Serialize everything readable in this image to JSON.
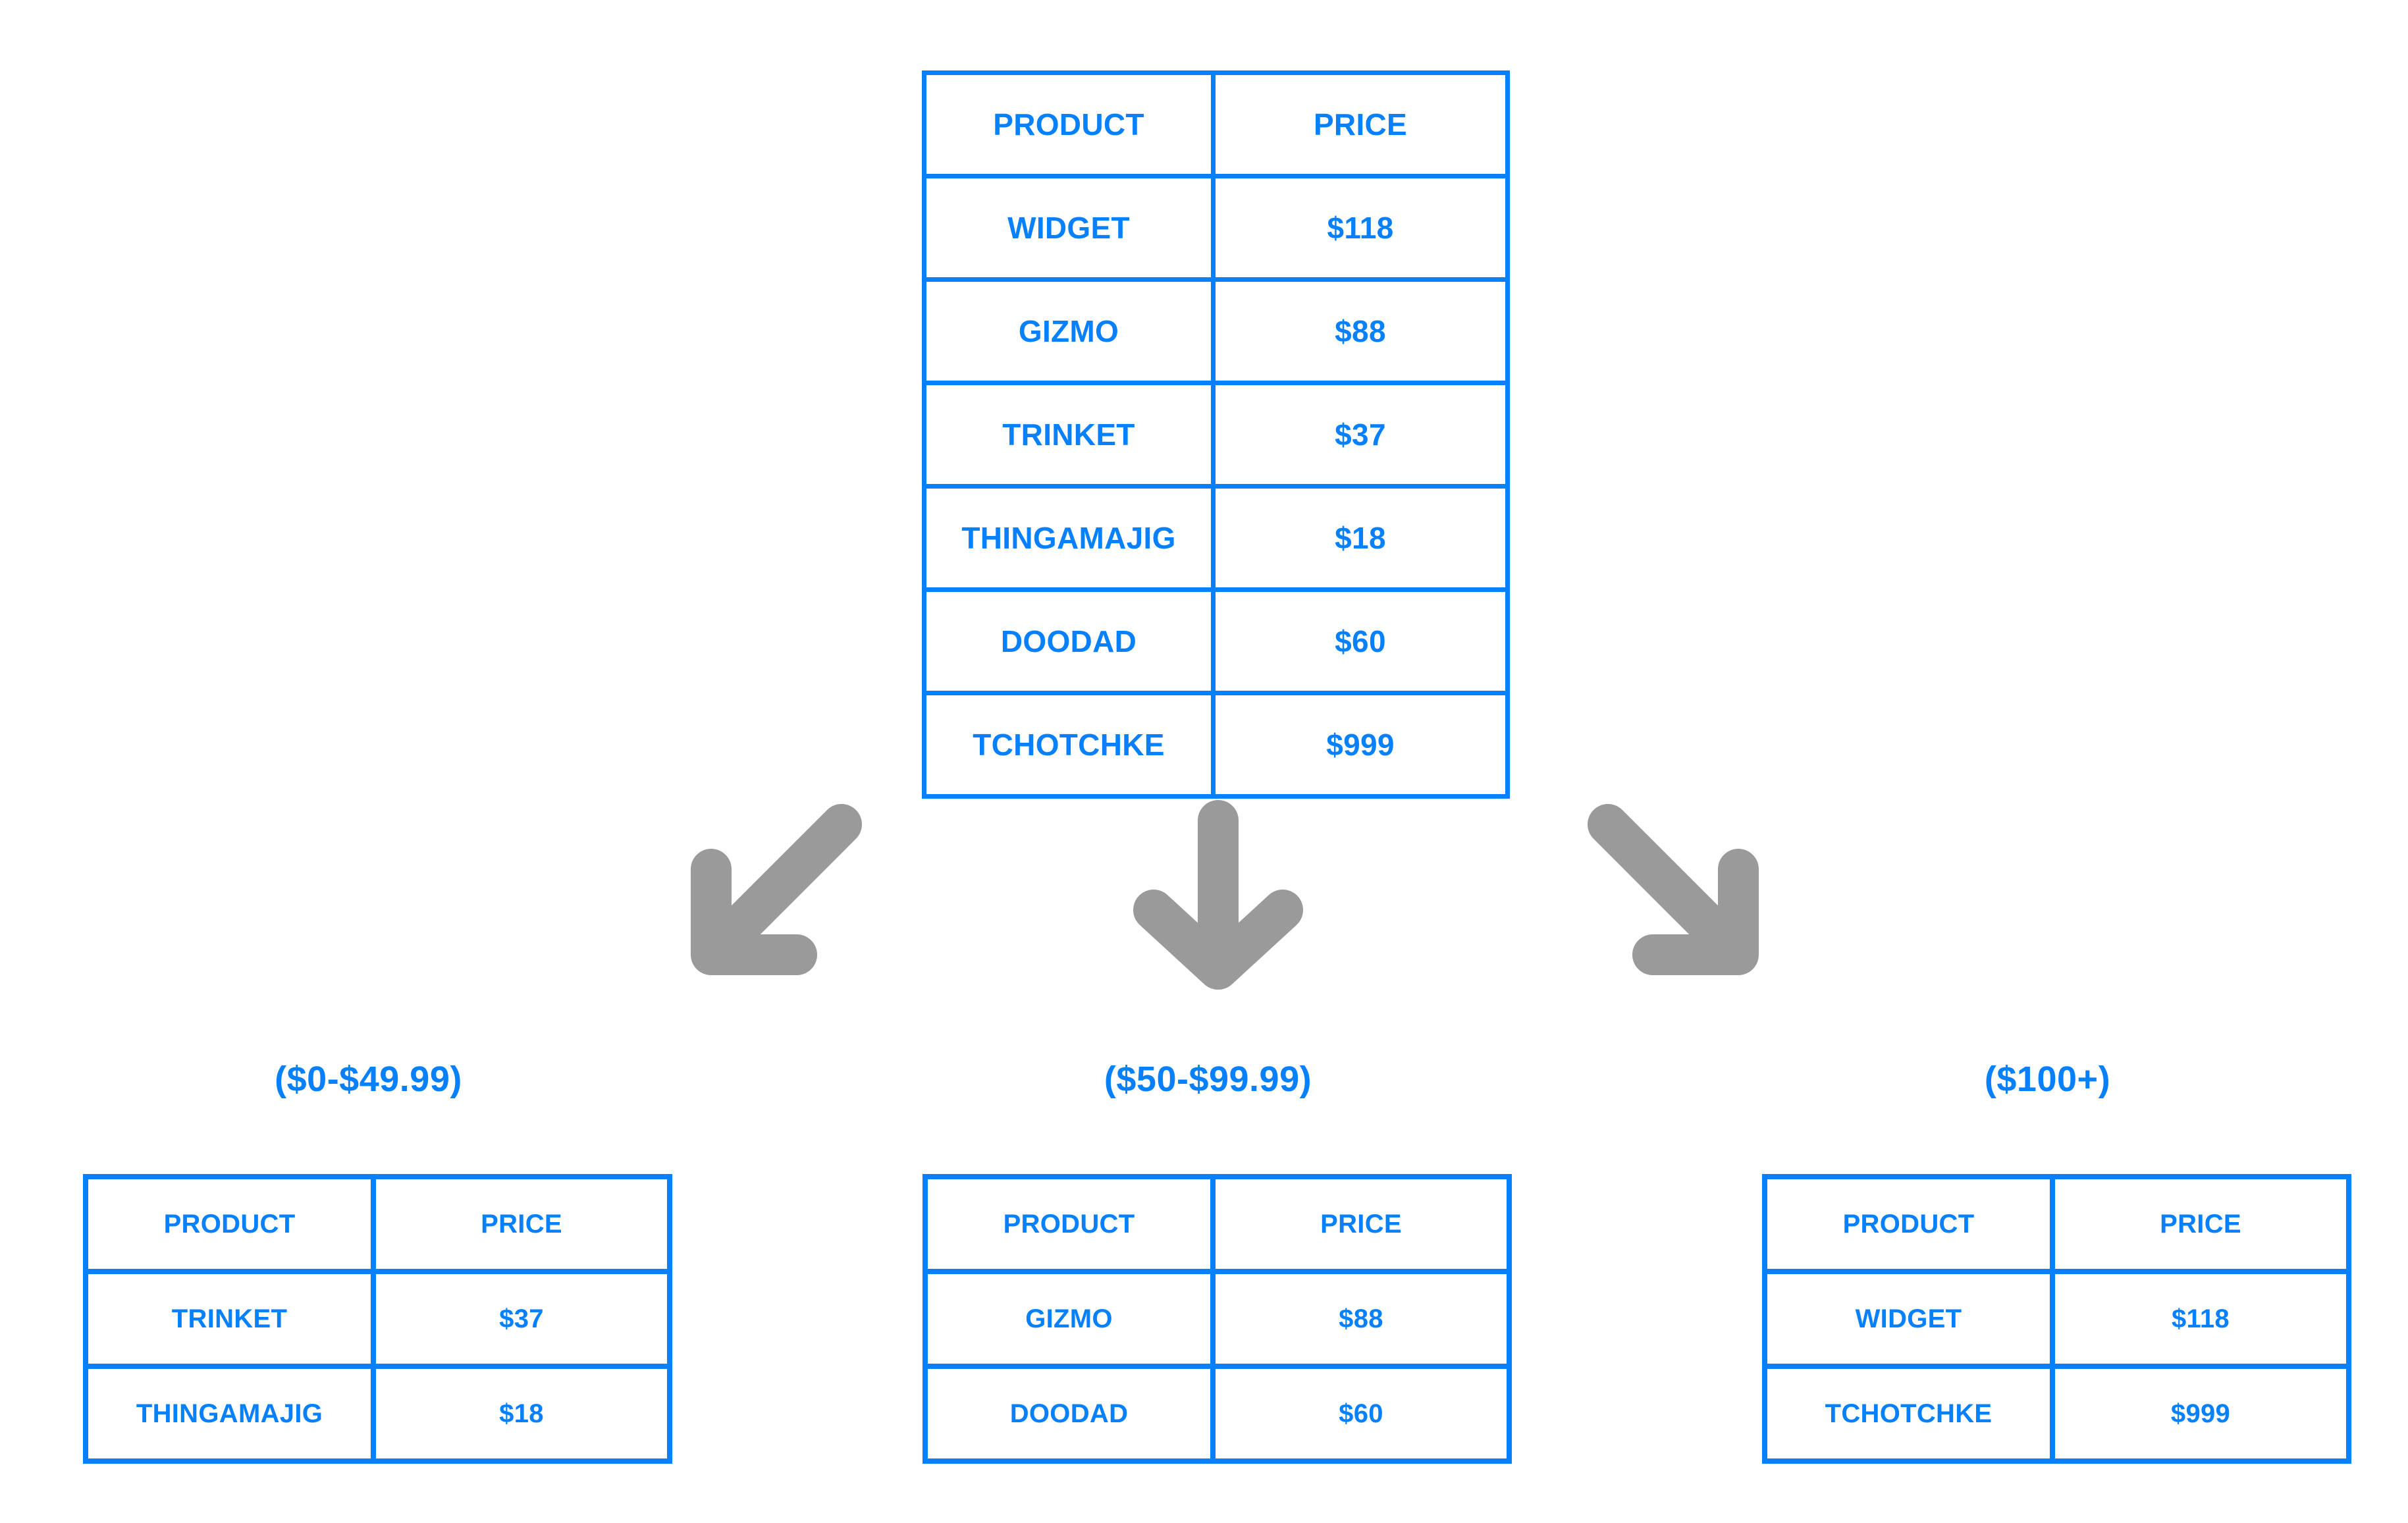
{
  "colors": {
    "accent_blue": "#0680fd",
    "arrow_gray": "#9a9a9a",
    "background": "#ffffff"
  },
  "source_table": {
    "name": "product-price-table",
    "columns": [
      "PRODUCT",
      "PRICE"
    ],
    "rows": [
      {
        "product": "WIDGET",
        "price": "$118"
      },
      {
        "product": "GIZMO",
        "price": "$88"
      },
      {
        "product": "TRINKET",
        "price": "$37"
      },
      {
        "product": "THINGAMAJIG",
        "price": "$18"
      },
      {
        "product": "DOODAD",
        "price": "$60"
      },
      {
        "product": "TCHOTCHKE",
        "price": "$999"
      }
    ]
  },
  "arrows": [
    {
      "name": "arrow-down-left",
      "direction": "down-left"
    },
    {
      "name": "arrow-down",
      "direction": "down"
    },
    {
      "name": "arrow-down-right",
      "direction": "down-right"
    }
  ],
  "buckets": [
    {
      "label": "($0-$49.99)",
      "columns": [
        "PRODUCT",
        "PRICE"
      ],
      "rows": [
        {
          "product": "TRINKET",
          "price": "$37"
        },
        {
          "product": "THINGAMAJIG",
          "price": "$18"
        }
      ]
    },
    {
      "label": "($50-$99.99)",
      "columns": [
        "PRODUCT",
        "PRICE"
      ],
      "rows": [
        {
          "product": "GIZMO",
          "price": "$88"
        },
        {
          "product": "DOODAD",
          "price": "$60"
        }
      ]
    },
    {
      "label": "($100+)",
      "columns": [
        "PRODUCT",
        "PRICE"
      ],
      "rows": [
        {
          "product": "WIDGET",
          "price": "$118"
        },
        {
          "product": "TCHOTCHKE",
          "price": "$999"
        }
      ]
    }
  ]
}
